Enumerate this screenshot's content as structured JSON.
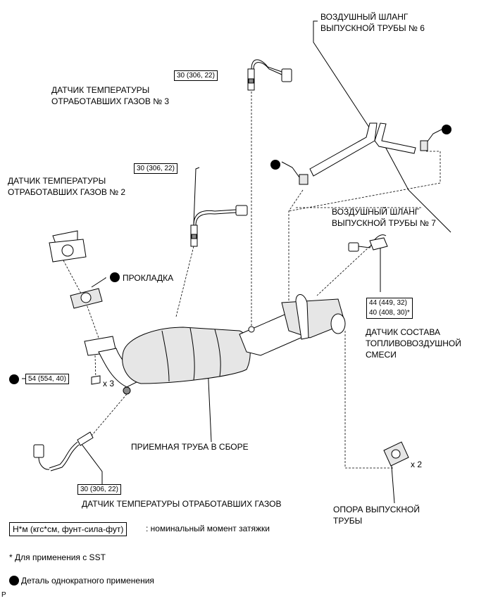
{
  "labels": {
    "air_hose_6": [
      "ВОЗДУШНЫЙ ШЛАНГ",
      "ВЫПУСКНОЙ ТРУБЫ № 6"
    ],
    "sensor_3": [
      "ДАТЧИК ТЕМПЕРАТУРЫ",
      "ОТРАБОТАВШИХ ГАЗОВ № 3"
    ],
    "sensor_2": [
      "ДАТЧИК ТЕМПЕРАТУРЫ",
      "ОТРАБОТАВШИХ ГАЗОВ № 2"
    ],
    "air_hose_7": [
      "ВОЗДУШНЫЙ ШЛАНГ",
      "ВЫПУСКНОЙ ТРУБЫ № 7"
    ],
    "gasket": "ПРОКЛАДКА",
    "af_sensor": [
      "ДАТЧИК СОСТАВА",
      "ТОПЛИВОВОЗДУШНОЙ",
      "СМЕСИ"
    ],
    "front_pipe": "ПРИЕМНАЯ ТРУБА В СБОРЕ",
    "sensor_1": "ДАТЧИК ТЕМПЕРАТУРЫ ОТРАБОТАВШИХ ГАЗОВ",
    "pipe_support": [
      "ОПОРА ВЫПУСКНОЙ",
      "ТРУБЫ"
    ]
  },
  "torques": {
    "sensor_3": "30 (306, 22)",
    "sensor_2": "30 (306, 22)",
    "af_sensor": [
      "44 (449, 32)",
      "40 (408, 30)*"
    ],
    "nuts": "54 (554, 40)",
    "sensor_1": "30 (306, 22)"
  },
  "quantities": {
    "nuts": "x 3",
    "support": "x 2"
  },
  "legend": {
    "torque_box": "Н*м (кгс*см, фунт-сила-фут)",
    "torque_text": ": номинальный момент затяжки",
    "sst_note": "* Для применения с SST",
    "single_use": "Деталь однократного применения"
  },
  "corner_mark": "P"
}
